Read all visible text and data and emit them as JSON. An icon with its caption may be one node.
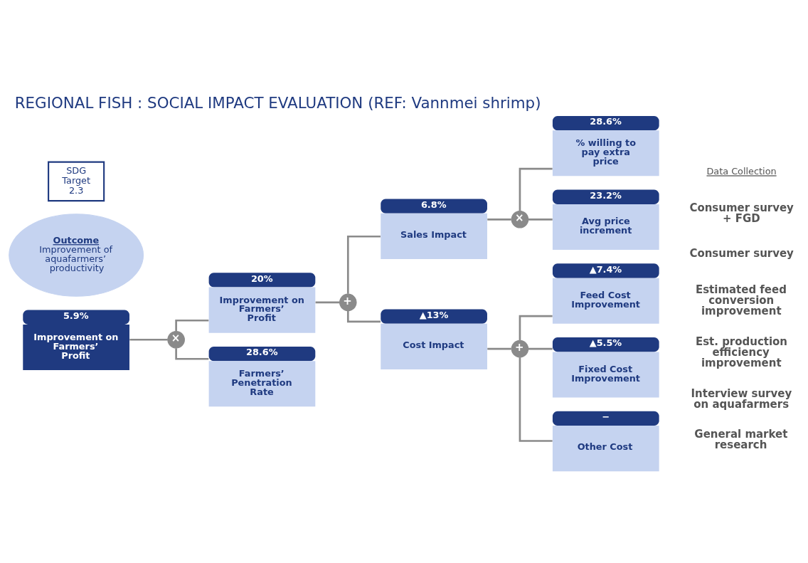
{
  "diagram": {
    "title": "REGIONAL FISH : SOCIAL IMPACT EVALUATION (REF: Vannmei shrimp)",
    "nodes": [
      {
        "text": [
          "Improvement on Farmers’ Profit"
        ],
        "beside": [
          "5.9%"
        ]
      },
      {
        "text": [
          "×"
        ]
      },
      {
        "text": [
          "Improvement on Farmers’ Profit"
        ],
        "beside": [
          "20%"
        ]
      },
      {
        "text": [
          "Farmers’ Penetration Rate"
        ],
        "beside": [
          "28.6%"
        ]
      },
      {
        "text": [
          "+"
        ]
      },
      {
        "text": [
          "Sales Impact"
        ],
        "beside": [
          "6.8%"
        ]
      },
      {
        "text": [
          "Cost Impact"
        ],
        "beside": [
          "▲13%"
        ]
      },
      {
        "text": [
          "×"
        ]
      },
      {
        "text": [
          "% willing to pay extra price"
        ],
        "beside": [
          "28.6%"
        ]
      },
      {
        "text": [
          "Avg price increment"
        ],
        "beside": [
          "23.2%"
        ]
      },
      {
        "text": [
          "+"
        ]
      },
      {
        "text": [
          "Feed Cost Improvement"
        ],
        "beside": [
          "▲7.4%"
        ]
      },
      {
        "text": [
          "Fixed Cost Improvement"
        ],
        "beside": [
          "▲5.5%"
        ]
      },
      {
        "text": [
          "Other Cost"
        ],
        "beside": [
          "−"
        ]
      },
      {
        "text": [
          "Outcome",
          "Improvement of aquafarmers’ productivity"
        ]
      },
      {
        "text": [
          "SDG Target 2.3"
        ]
      }
    ],
    "edges": [
      {
        "from": 0,
        "to": 1,
        "arrow": "none"
      },
      {
        "from": 1,
        "to": 2,
        "arrow": "none"
      },
      {
        "from": 1,
        "to": 3,
        "arrow": "none"
      },
      {
        "from": 2,
        "to": 4,
        "arrow": "none"
      },
      {
        "from": 4,
        "to": 5,
        "arrow": "none"
      },
      {
        "from": 4,
        "to": 6,
        "arrow": "none"
      },
      {
        "from": 5,
        "to": 7,
        "arrow": "none"
      },
      {
        "from": 7,
        "to": 8,
        "arrow": "none"
      },
      {
        "from": 7,
        "to": 9,
        "arrow": "none"
      },
      {
        "from": 6,
        "to": 10,
        "arrow": "none"
      },
      {
        "from": 10,
        "to": 11,
        "arrow": "none"
      },
      {
        "from": 10,
        "to": 12,
        "arrow": "none"
      },
      {
        "from": 10,
        "to": 13,
        "arrow": "none"
      }
    ],
    "labels": [
      "Data Collection",
      "Consumer survey + FGD",
      "Consumer survey",
      "Estimated feed conversion improvement",
      "Est. production efficiency improvement",
      "Interview survey on aquafarmers",
      "General market research"
    ]
  }
}
